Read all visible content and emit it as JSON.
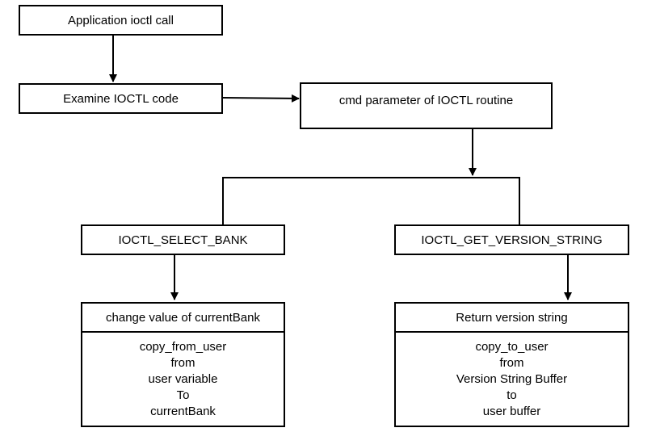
{
  "nodes": {
    "app_call": "Application ioctl call",
    "examine": "Examine IOCTL code",
    "cmd_param": "cmd parameter of IOCTL routine",
    "select_bank": "IOCTL_SELECT_BANK",
    "get_version": "IOCTL_GET_VERSION_STRING",
    "change_value": {
      "title": "change value of currentBank",
      "lines": [
        "copy_from_user",
        "from",
        "user variable",
        "To",
        "currentBank"
      ]
    },
    "return_version": {
      "title": "Return version string",
      "lines": [
        "copy_to_user",
        "from",
        "Version String Buffer",
        "to",
        "user buffer"
      ]
    }
  }
}
